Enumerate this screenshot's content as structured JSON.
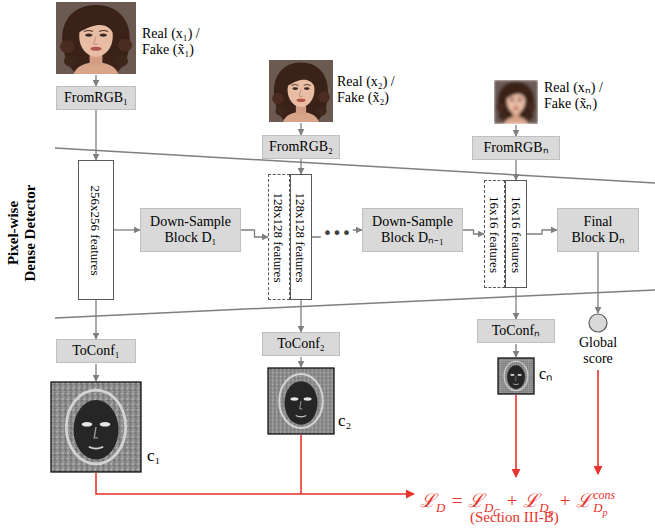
{
  "diagram": {
    "nodes": [
      {
        "text": [
          "FromRGB₁"
        ]
      },
      {
        "text": [
          "FromRGB₂"
        ]
      },
      {
        "text": [
          "FromRGBₙ"
        ]
      },
      {
        "text": [
          "Pixel-wise Dense Detector"
        ]
      },
      {
        "text": [
          "256x256 features"
        ],
        "in": 3
      },
      {
        "text": [
          "Down-Sample Block D₁"
        ],
        "in": 3
      },
      {
        "text": [
          "128x128 features"
        ],
        "in": 3
      },
      {
        "text": [
          "128x128 features"
        ],
        "in": 3
      },
      {
        "text": [
          "Down-Sample Block Dₙ₋₁"
        ],
        "in": 3
      },
      {
        "text": [
          "16x16 features"
        ],
        "in": 3
      },
      {
        "text": [
          "16x16 features"
        ],
        "in": 3
      },
      {
        "text": [
          "Final Block Dₙ"
        ],
        "in": 3
      },
      {
        "text": [
          "ToConf₁"
        ]
      },
      {
        "text": [
          "ToConf₂"
        ]
      },
      {
        "text": [
          "ToConfₙ"
        ]
      },
      {
        "text": [
          "Global score"
        ]
      }
    ],
    "edges": [
      {
        "from": 0,
        "to": 4,
        "arrow": "to"
      },
      {
        "from": 4,
        "to": 5,
        "arrow": "to"
      },
      {
        "from": 5,
        "to": 6,
        "arrow": "to"
      },
      {
        "from": 1,
        "to": 7,
        "arrow": "to"
      },
      {
        "from": 7,
        "to": 8,
        "label": "•••",
        "arrow": "to"
      },
      {
        "from": 8,
        "to": 9,
        "arrow": "to"
      },
      {
        "from": 2,
        "to": 10,
        "arrow": "to"
      },
      {
        "from": 10,
        "to": 11,
        "arrow": "to"
      },
      {
        "from": 4,
        "to": 12,
        "arrow": "to"
      },
      {
        "from": 7,
        "to": 13,
        "arrow": "to"
      },
      {
        "from": 10,
        "to": 14,
        "arrow": "to"
      },
      {
        "from": 11,
        "to": 15,
        "arrow": "to"
      }
    ],
    "labels": [
      "Real (x₁) / Fake (x̃₁)",
      "Real (x₂) / Fake (x̃₂)",
      "Real (xₙ) / Fake (x̃ₙ)",
      "c₁",
      "c₂",
      "cₙ",
      "ℒ",
      "D",
      "= ℒ",
      "D",
      "G",
      "+ ℒ",
      "D",
      "p",
      "+ ℒ",
      "cons",
      "D",
      "p",
      "(Section III-B)"
    ]
  }
}
